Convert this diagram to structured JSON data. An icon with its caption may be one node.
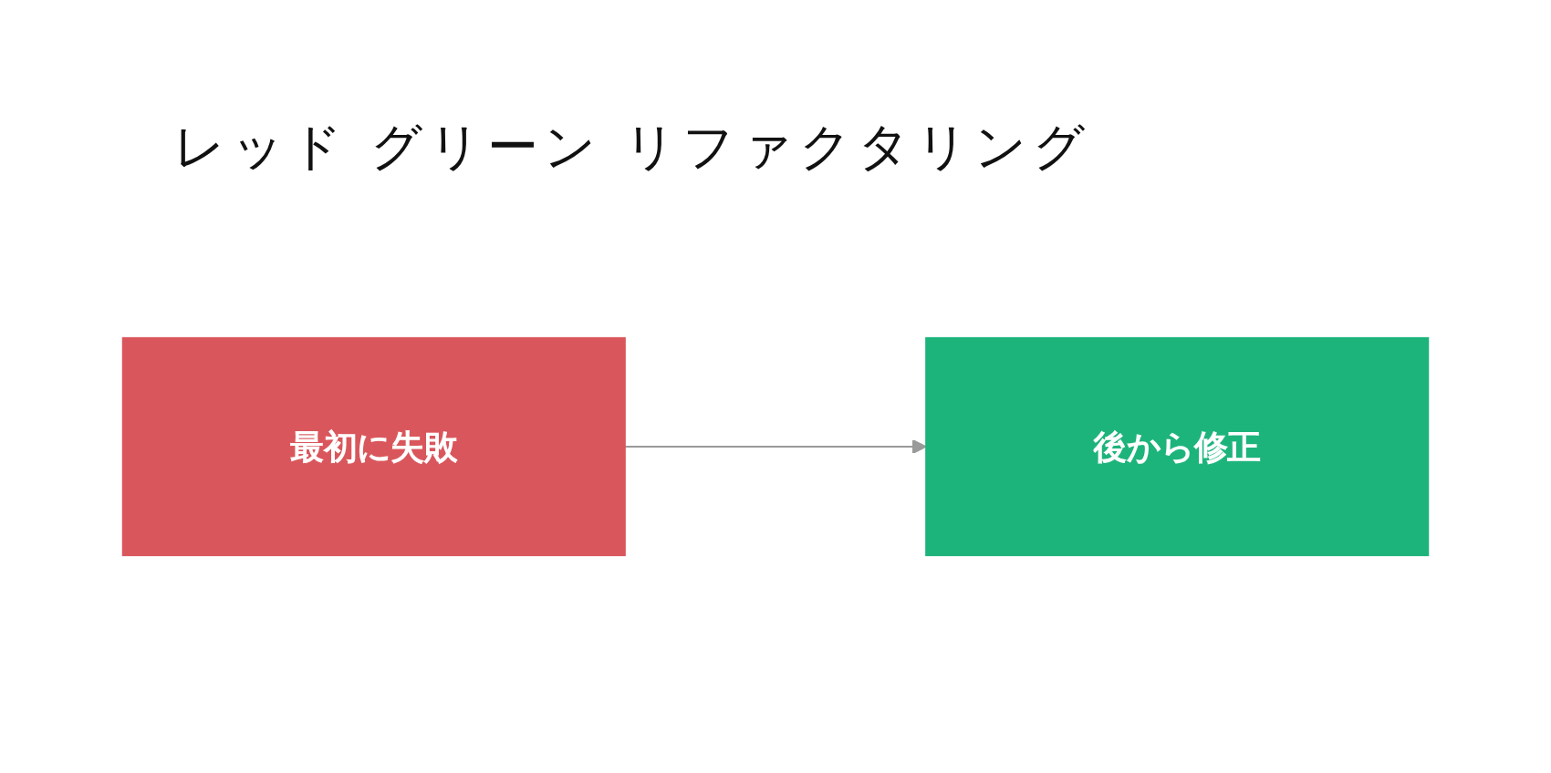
{
  "diagram": {
    "title": "レッド グリーン リファクタリング",
    "nodes": [
      {
        "text": [
          "最初に失敗"
        ]
      },
      {
        "text": [
          "後から修正"
        ]
      }
    ],
    "edges": [
      {
        "from": 0,
        "to": 1,
        "arrow": "to"
      }
    ]
  }
}
